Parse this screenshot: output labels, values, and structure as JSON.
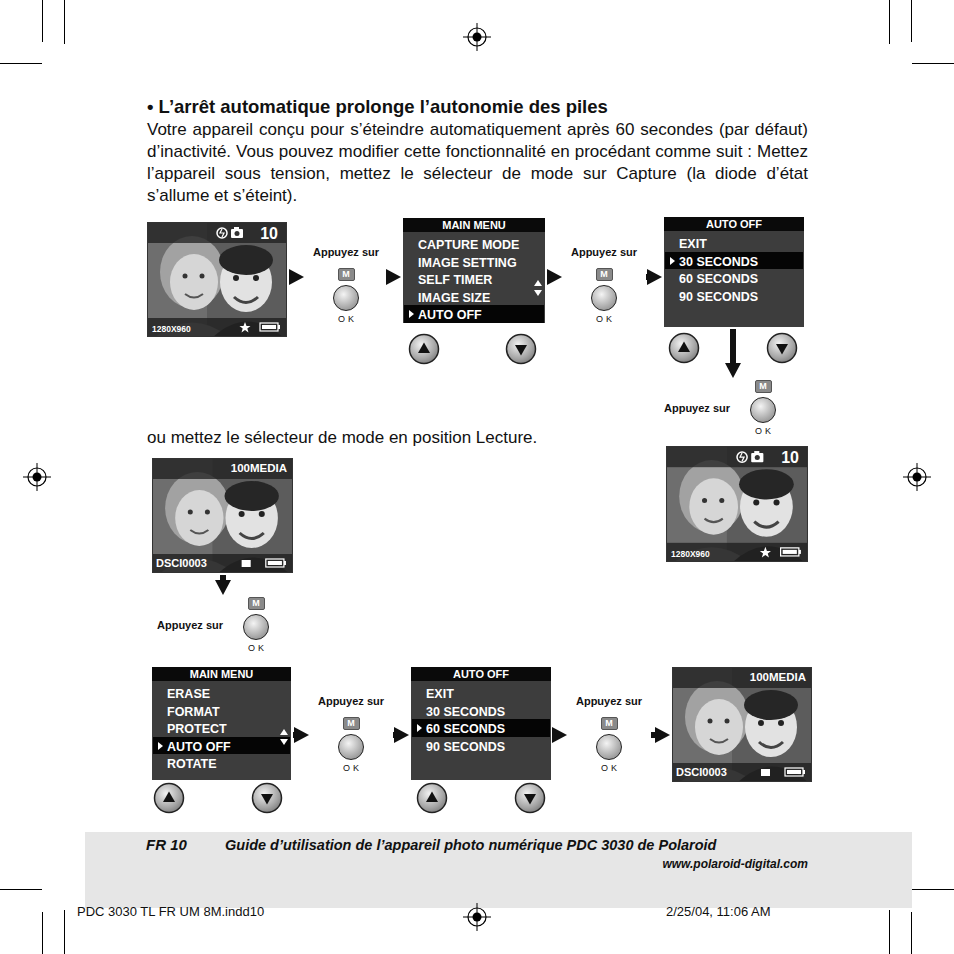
{
  "diagram": {
    "title": "• L’arrêt automatique prolonge l’autonomie des piles",
    "nodes": [
      {
        "text": [
          "10",
          "1280X960"
        ]
      },
      {
        "text": [
          "Appuyez sur",
          "M",
          "OK"
        ]
      },
      {
        "text": [
          "MAIN MENU",
          "CAPTURE MODE",
          "IMAGE SETTING",
          "SELF TIMER",
          "IMAGE SIZE",
          "AUTO OFF"
        ]
      },
      {
        "text": [
          "Appuyez sur",
          "M",
          "OK"
        ]
      },
      {
        "text": [
          "AUTO OFF",
          "EXIT",
          "30 SECONDS",
          "60 SECONDS",
          "90 SECONDS"
        ]
      },
      {
        "text": [
          "Appuyez sur",
          "M",
          "OK"
        ]
      },
      {
        "text": [
          "10",
          "1280X960"
        ]
      },
      {
        "text": [
          "100MEDIA",
          "DSCI0003"
        ]
      },
      {
        "text": [
          "Appuyez sur",
          "M",
          "OK"
        ]
      },
      {
        "text": [
          "MAIN MENU",
          "ERASE",
          "FORMAT",
          "PROTECT",
          "AUTO OFF",
          "ROTATE"
        ]
      },
      {
        "text": [
          "Appuyez sur",
          "M",
          "OK"
        ]
      },
      {
        "text": [
          "AUTO OFF",
          "EXIT",
          "30 SECONDS",
          "60 SECONDS",
          "90 SECONDS"
        ]
      },
      {
        "text": [
          "Appuyez sur",
          "M",
          "OK"
        ]
      },
      {
        "text": [
          "100MEDIA",
          "DSCI0003"
        ]
      }
    ],
    "edges": [
      {
        "from": 0,
        "to": 1,
        "arrow": "to"
      },
      {
        "from": 1,
        "to": 2,
        "arrow": "to"
      },
      {
        "from": 2,
        "to": 3,
        "arrow": "to"
      },
      {
        "from": 3,
        "to": 4,
        "arrow": "to"
      },
      {
        "from": 4,
        "to": 5,
        "arrow": "to"
      },
      {
        "from": 7,
        "to": 8,
        "arrow": "to"
      },
      {
        "from": 9,
        "to": 10,
        "arrow": "to"
      },
      {
        "from": 10,
        "to": 11,
        "arrow": "to"
      },
      {
        "from": 11,
        "to": 12,
        "arrow": "to"
      },
      {
        "from": 12,
        "to": 13,
        "arrow": "to"
      }
    ],
    "labels": [
      "Votre appareil conçu pour s’éteindre automatiquement après 60 secondes (par défaut) d’inactivité. Vous pouvez modifier cette fonctionnalité en procédant comme suit : Mettez l’appareil sous tension, mettez le sélecteur de mode sur Capture (la diode d’état s’allume et s’éteint).",
      "ou mettez le sélecteur de mode en position Lecture.",
      "FR 10",
      "Guide d’utilisation de l’appareil photo numérique PDC 3030 de Polaroid",
      "www.polaroid-digital.com",
      "PDC 3030 TL FR UM 8M.indd10",
      "2/25/04, 11:06 AM"
    ]
  }
}
